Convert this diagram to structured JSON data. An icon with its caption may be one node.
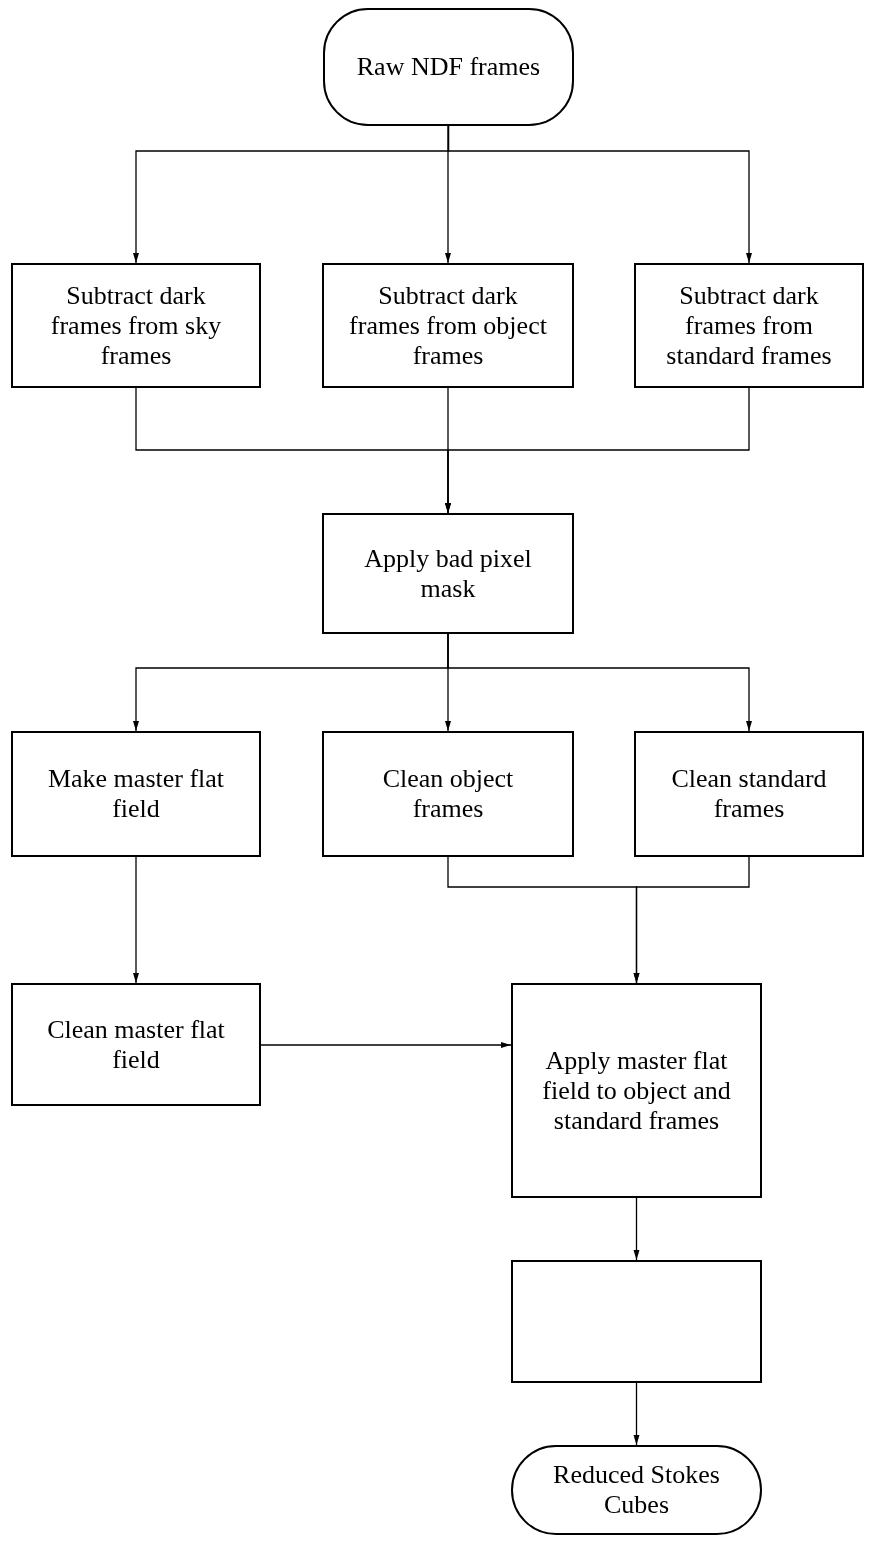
{
  "diagram": {
    "nodes": [
      {
        "text": [
          "Raw NDF frames"
        ]
      },
      {
        "text": [
          "Subtract dark frames from sky frames"
        ]
      },
      {
        "text": [
          "Subtract dark frames from object frames"
        ]
      },
      {
        "text": [
          "Subtract dark frames from standard frames"
        ]
      },
      {
        "text": [
          "Apply bad pixel mask"
        ]
      },
      {
        "text": [
          "Make master flat field"
        ]
      },
      {
        "text": [
          "Clean object frames"
        ]
      },
      {
        "text": [
          "Clean standard frames"
        ]
      },
      {
        "text": [
          "Clean master flat field"
        ]
      },
      {
        "text": [
          "Apply master flat field to object and standard frames"
        ]
      },
      {
        "text": [],
        "shape": "box"
      },
      {
        "text": [
          "Reduced Stokes Cubes"
        ]
      }
    ],
    "edges": [
      {
        "from": 0,
        "to": 1,
        "arrow": "to"
      },
      {
        "from": 0,
        "to": 2,
        "arrow": "to"
      },
      {
        "from": 0,
        "to": 3,
        "arrow": "to"
      },
      {
        "from": 1,
        "to": 4,
        "arrow": "to"
      },
      {
        "from": 2,
        "to": 4,
        "arrow": "to"
      },
      {
        "from": 3,
        "to": 4,
        "arrow": "to"
      },
      {
        "from": 4,
        "to": 5,
        "arrow": "to"
      },
      {
        "from": 4,
        "to": 6,
        "arrow": "to"
      },
      {
        "from": 4,
        "to": 7,
        "arrow": "to"
      },
      {
        "from": 5,
        "to": 8,
        "arrow": "to"
      },
      {
        "from": 6,
        "to": 9,
        "arrow": "to"
      },
      {
        "from": 7,
        "to": 9,
        "arrow": "to"
      },
      {
        "from": 8,
        "to": 9,
        "arrow": "to"
      },
      {
        "from": 9,
        "to": 10,
        "arrow": "to"
      },
      {
        "from": 10,
        "to": 11,
        "arrow": "to"
      }
    ]
  }
}
